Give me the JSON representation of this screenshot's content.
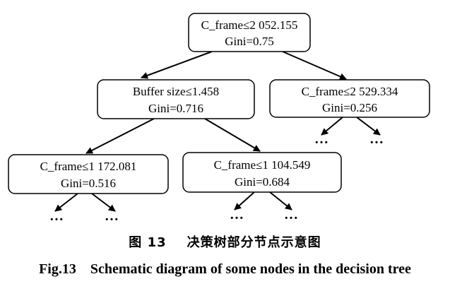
{
  "tree": {
    "nodes": [
      {
        "id": "root",
        "condition": "C_frame≤2 052.155",
        "gini": "Gini=0.75"
      },
      {
        "id": "l",
        "condition": "Buffer size≤1.458",
        "gini": "Gini=0.716"
      },
      {
        "id": "r",
        "condition": "C_frame≤2 529.334",
        "gini": "Gini=0.256"
      },
      {
        "id": "ll",
        "condition": "C_frame≤1 172.081",
        "gini": "Gini=0.516"
      },
      {
        "id": "lr",
        "condition": "C_frame≤1 104.549",
        "gini": "Gini=0.684"
      }
    ],
    "edges": [
      [
        "root",
        "l"
      ],
      [
        "root",
        "r"
      ],
      [
        "l",
        "ll"
      ],
      [
        "l",
        "lr"
      ]
    ],
    "continuation": "…"
  },
  "caption": {
    "cn": "图 13    决策树部分节点示意图",
    "en": "Fig.13    Schematic diagram of some nodes in the decision tree"
  }
}
